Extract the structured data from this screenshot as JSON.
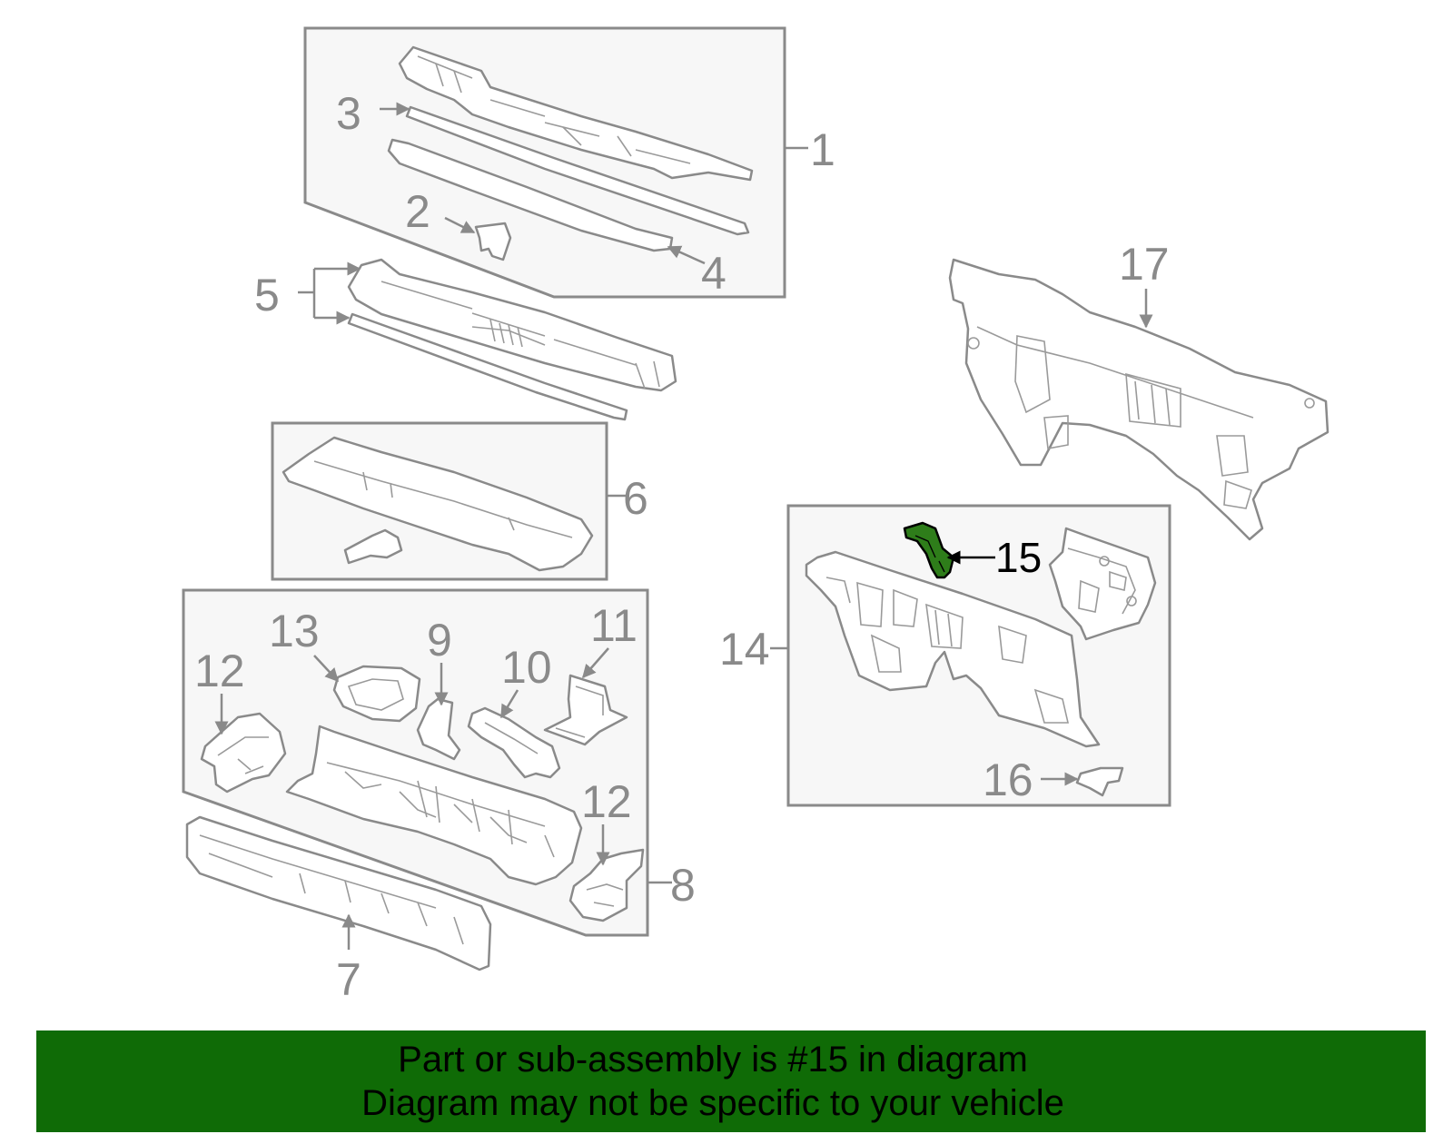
{
  "callouts": {
    "c1": "1",
    "c2": "2",
    "c3": "3",
    "c4": "4",
    "c5": "5",
    "c6": "6",
    "c7": "7",
    "c8": "8",
    "c9": "9",
    "c10": "10",
    "c11": "11",
    "c12a": "12",
    "c12b": "12",
    "c13": "13",
    "c14": "14",
    "c15": "15",
    "c16": "16",
    "c17": "17"
  },
  "highlight": {
    "part": "15",
    "color": "#2e7d1a",
    "banner_color": "#0f6b06"
  },
  "banner": {
    "line1": "Part or sub-assembly is #15 in diagram",
    "line2": "Diagram may not be specific to your vehicle"
  }
}
